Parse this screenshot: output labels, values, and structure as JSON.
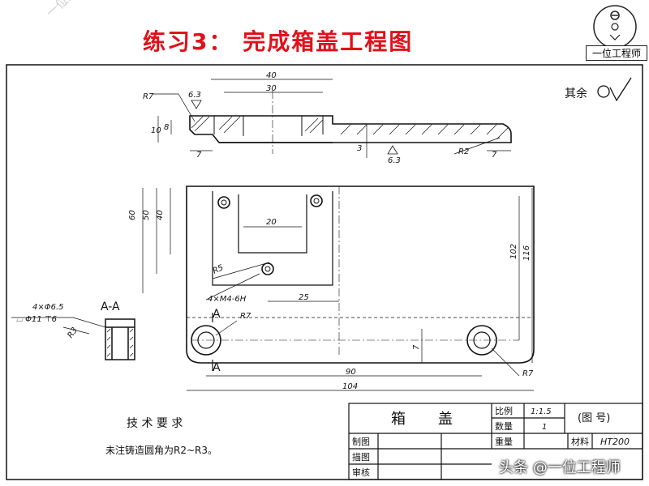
{
  "header": {
    "title": "练习3：   完成箱盖工程图",
    "watermark_left": "一位工程师",
    "logo_text": "一位工程师"
  },
  "drawing": {
    "surface_note": "其余",
    "top_view": {
      "dims": [
        "40",
        "30",
        "R7",
        "6.3",
        "10",
        "8",
        "7",
        "3",
        "6.3",
        "R2",
        "7"
      ]
    },
    "plan_view": {
      "dims": [
        "60",
        "50",
        "40",
        "20",
        "R5",
        "4×M4-6H",
        "25",
        "102",
        "116",
        "R7",
        "7",
        "90",
        "104",
        "R7"
      ],
      "section_label": "A"
    },
    "section_view": {
      "title": "A-A",
      "hole_callout_1": "4×Φ6.5",
      "hole_callout_2": "⌴ Φ11 ⊤6",
      "radius": "R3"
    }
  },
  "tech_req": {
    "title": "技 术 要 求",
    "note": "未注铸造圆角为R2~R3。"
  },
  "title_block": {
    "part_name_1": "箱",
    "part_name_2": "盖",
    "scale_label": "比例",
    "scale_value": "1:1.5",
    "drawing_no": "(图 号)",
    "qty_label": "数量",
    "qty_value": "1",
    "weight_label": "重量",
    "material_label": "材料",
    "material_value": "HT200",
    "row1": "制图",
    "row2": "描图",
    "row3": "审核"
  },
  "footer": {
    "watermark": "头条 @一位工程师"
  }
}
